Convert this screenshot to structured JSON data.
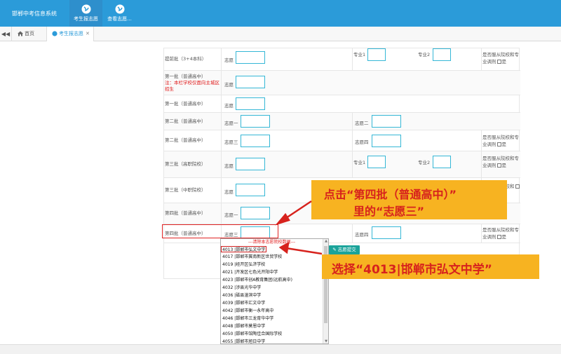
{
  "app": {
    "title": "邯郸中考信息系统"
  },
  "nav": [
    {
      "label": "考生报志愿"
    },
    {
      "label": "查看志愿..."
    }
  ],
  "tabs": {
    "home": "首页",
    "active": "考生报志愿"
  },
  "form": {
    "rows": [
      {
        "label": "提前批（3+4本科）",
        "fields": [
          "志愿"
        ],
        "extra": [
          "专业1",
          "专业2"
        ],
        "adjust": "是否服从院校和专业调剂",
        "adjust_chk": "是"
      },
      {
        "label": "第一批（普通高中）",
        "note": "注：本栏学校仅面向主城区招生",
        "fields": [
          "志愿"
        ]
      },
      {
        "label": "第一批（普通高中）",
        "fields": [
          "志愿"
        ]
      },
      {
        "label": "第二批（普通高中）",
        "fields": [
          "志愿一",
          "志愿二"
        ]
      },
      {
        "label": "第二批（普通高中）",
        "fields": [
          "志愿三",
          "志愿四"
        ],
        "adjust": "是否服从院校和专业调剂",
        "adjust_chk": "是"
      },
      {
        "label": "第三批（高职院校）",
        "fields": [
          "志愿"
        ],
        "extra": [
          "专业1",
          "专业2"
        ],
        "adjust": "是否服从院校和专业调剂",
        "adjust_chk": "是"
      },
      {
        "label": "第三批（中职院校）",
        "fields": [
          "志愿"
        ],
        "adjust": "是否服从院校和",
        "adjust_chk": "是"
      },
      {
        "label": "第四批（普通高中）",
        "fields": [
          "志愿一"
        ]
      },
      {
        "label": "第四批（普通高中）",
        "fields": [
          "志愿三",
          "志愿四"
        ],
        "adjust": "是否服从院校和专业调剂",
        "adjust_chk": "是"
      }
    ],
    "submit": "志愿提交"
  },
  "dropdown": {
    "clear": "---清除本志愿院校数据---",
    "items": [
      "4013 |邯郸市弘文中学",
      "4017 |邯郸市冀南新区世贸学校",
      "4019 |经开区弘济学校",
      "4021 |开发区七色光开阳中学",
      "4023 |邯郸市创A教育集团(远航高中)",
      "4032 |涉县光华中学",
      "4036 |磁县滏滨中学",
      "4039 |邯郸市汇文中学",
      "4042 |邯郸市衡一永年高中",
      "4046 |邯郸市三龙育华中学",
      "4048 |邯郸市莫恩中学",
      "4050 |邯郸市馆陶佳合国际学校",
      "4055 |邯郸市旭日中学"
    ]
  },
  "annotations": {
    "step1_line1": "点击“第四批（普通高中）”",
    "step1_line2": "里的“志愿三”",
    "step2": "选择“4013|邯郸市弘文中学”"
  },
  "colors": {
    "header": "#2b9bd9",
    "input_border": "#35b7d6",
    "callout_bg": "#f7b321",
    "callout_text": "#d7221d",
    "submit": "#1aa39a"
  }
}
